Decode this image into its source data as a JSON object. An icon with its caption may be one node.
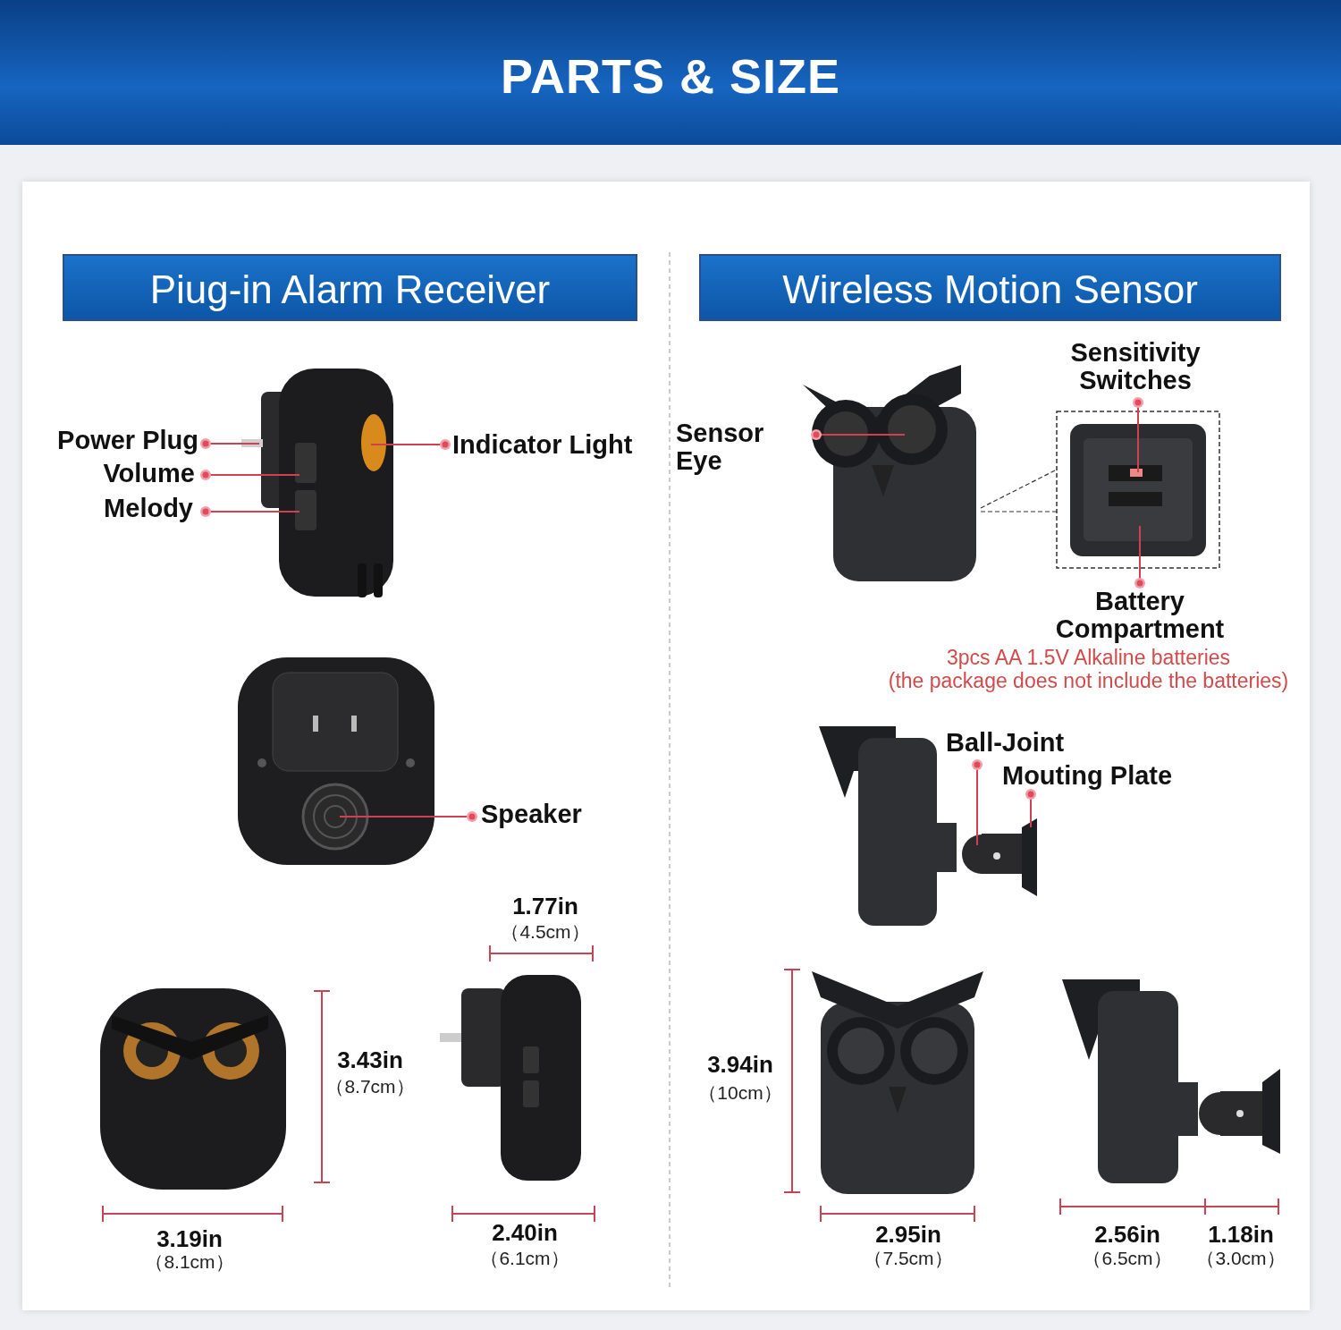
{
  "diagram": {
    "title": "PARTS & SIZE",
    "nodes": [
      {
        "text": [
          "Piug-in Alarm Receiver"
        ]
      },
      {
        "text": [
          "Wireless Motion Sensor"
        ]
      },
      {
        "text": [
          "Power Plug"
        ]
      },
      {
        "text": [
          "Volume"
        ]
      },
      {
        "text": [
          "Melody"
        ]
      },
      {
        "text": [
          "Indicator Light"
        ]
      },
      {
        "text": [
          "Speaker"
        ]
      },
      {
        "text": [
          "Sensor Eye"
        ]
      },
      {
        "text": [
          "Sensitivity Switches"
        ]
      },
      {
        "text": [
          "Battery Compartment"
        ],
        "beside": [
          "3pcs AA 1.5V Alkaline batteries",
          "(the package does not include the batteries)"
        ]
      },
      {
        "text": [
          "Ball-Joint"
        ]
      },
      {
        "text": [
          "Mouting Plate"
        ]
      }
    ],
    "edges": [
      {
        "from": 2,
        "to": null,
        "arrow": "other"
      },
      {
        "from": 3,
        "to": null,
        "arrow": "other"
      },
      {
        "from": 4,
        "to": null,
        "arrow": "other"
      },
      {
        "from": 5,
        "to": null,
        "arrow": "other"
      },
      {
        "from": 6,
        "to": null,
        "arrow": "other"
      },
      {
        "from": 7,
        "to": null,
        "arrow": "other"
      },
      {
        "from": 8,
        "to": null,
        "arrow": "other"
      },
      {
        "from": 9,
        "to": null,
        "arrow": "other"
      },
      {
        "from": 10,
        "to": null,
        "arrow": "other"
      },
      {
        "from": 11,
        "to": null,
        "arrow": "other"
      }
    ],
    "labels": [
      "1.77in",
      "（4.5cm）",
      "3.43in",
      "（8.7cm）",
      "3.94in",
      "（10cm）",
      "3.19in",
      "（8.1cm）",
      "2.40in",
      "（6.1cm）",
      "2.95in",
      "（7.5cm）",
      "2.56in",
      "（6.5cm）",
      "1.18in",
      "（3.0cm）"
    ]
  }
}
